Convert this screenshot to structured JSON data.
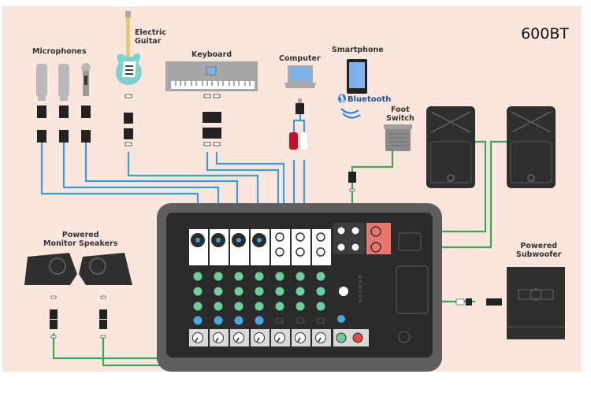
{
  "model_name": "600BT",
  "labels": {
    "microphones": "Microphones",
    "electric_guitar_line1": "Electric",
    "electric_guitar_line2": "Guitar",
    "keyboard": "Keyboard",
    "computer": "Computer",
    "smartphone": "Smartphone",
    "bluetooth": "Bluetooth",
    "foot_switch_line1": "Foot",
    "foot_switch_line2": "Switch",
    "monitor_line1": "Powered",
    "monitor_line2": "Monitor Speakers",
    "subwoofer_line1": "Powered",
    "subwoofer_line2": "Subwoofer"
  },
  "colors": {
    "background": "#fbe6de",
    "input_cable": "#3a9fd5",
    "output_cable": "#3aa857",
    "mixer_body": "#5e5e5e",
    "mixer_panel": "#2b2b2b",
    "knob_green": "#6ccf9a",
    "knob_blue": "#4aa8e0",
    "knob_red": "#e8493f",
    "speaker_output_panel": "#e9756d"
  },
  "mixer": {
    "channel_count": 7,
    "mono_channels": 4
  }
}
